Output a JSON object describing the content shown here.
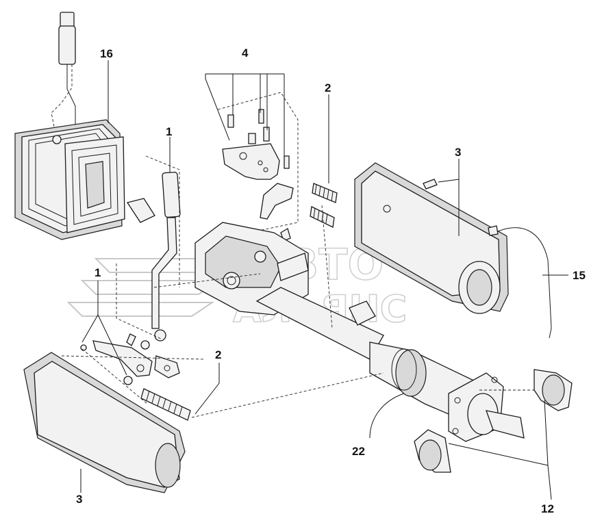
{
  "callouts": {
    "c16": "16",
    "c4": "4",
    "c2_top": "2",
    "c1_top": "1",
    "c3_right": "3",
    "c1_left": "1",
    "c15": "15",
    "c2_bottom": "2",
    "c22": "22",
    "c3_bottom": "3",
    "c12": "12"
  },
  "watermark": {
    "line1": "АВТО",
    "line2": "АЛЬЯНС"
  },
  "colors": {
    "line": "#1a1a1a",
    "watermark": "#c8c8c8"
  }
}
